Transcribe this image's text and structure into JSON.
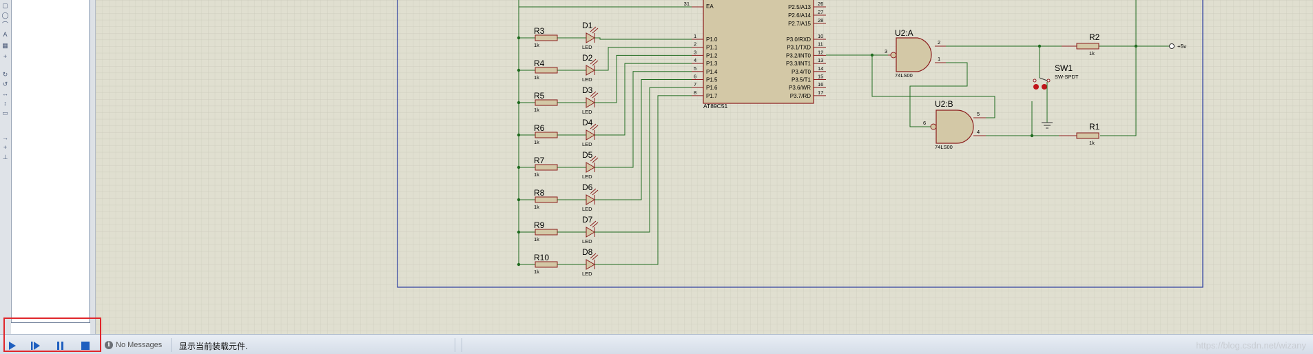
{
  "app": {
    "status_text": "显示当前装载元件.",
    "messages_label": "No Messages",
    "watermark": "https://blog.csdn.net/wizany"
  },
  "sim_controls": [
    {
      "name": "play-button",
      "icon": "play-icon"
    },
    {
      "name": "step-button",
      "icon": "step-icon"
    },
    {
      "name": "pause-button",
      "icon": "pause-icon"
    },
    {
      "name": "stop-button",
      "icon": "stop-icon"
    }
  ],
  "schematic": {
    "mcu": {
      "part": "AT89C51",
      "top_pin": {
        "num": "31",
        "name": "EA"
      },
      "port1": [
        {
          "num": "1",
          "name": "P1.0"
        },
        {
          "num": "2",
          "name": "P1.1"
        },
        {
          "num": "3",
          "name": "P1.2"
        },
        {
          "num": "4",
          "name": "P1.3"
        },
        {
          "num": "5",
          "name": "P1.4"
        },
        {
          "num": "6",
          "name": "P1.5"
        },
        {
          "num": "7",
          "name": "P1.6"
        },
        {
          "num": "8",
          "name": "P1.7"
        }
      ],
      "port2": [
        {
          "num": "26",
          "name": "P2.5/A13"
        },
        {
          "num": "27",
          "name": "P2.6/A14"
        },
        {
          "num": "28",
          "name": "P2.7/A15"
        }
      ],
      "port3": [
        {
          "num": "10",
          "name": "P3.0/RXD"
        },
        {
          "num": "11",
          "name": "P3.1/TXD"
        },
        {
          "num": "12",
          "name": "P3.2/INT0"
        },
        {
          "num": "13",
          "name": "P3.3/INT1"
        },
        {
          "num": "14",
          "name": "P3.4/T0"
        },
        {
          "num": "15",
          "name": "P3.5/T1"
        },
        {
          "num": "16",
          "name": "P3.6/WR"
        },
        {
          "num": "17",
          "name": "P3.7/RD"
        }
      ]
    },
    "led_rows": [
      {
        "resistor": "R3",
        "value": "1k",
        "led": "D1",
        "led_type": "LED"
      },
      {
        "resistor": "R4",
        "value": "1k",
        "led": "D2",
        "led_type": "LED"
      },
      {
        "resistor": "R5",
        "value": "1k",
        "led": "D3",
        "led_type": "LED"
      },
      {
        "resistor": "R6",
        "value": "1k",
        "led": "D4",
        "led_type": "LED"
      },
      {
        "resistor": "R7",
        "value": "1k",
        "led": "D5",
        "led_type": "LED"
      },
      {
        "resistor": "R8",
        "value": "1k",
        "led": "D6",
        "led_type": "LED"
      },
      {
        "resistor": "R9",
        "value": "1k",
        "led": "D7",
        "led_type": "LED"
      },
      {
        "resistor": "R10",
        "value": "1k",
        "led": "D8",
        "led_type": "LED"
      }
    ],
    "gate_a": {
      "ref": "U2:A",
      "part": "74LS00",
      "pin_in1": "3",
      "pin_in2": "2",
      "pin_in3": "1"
    },
    "gate_b": {
      "ref": "U2:B",
      "part": "74LS00",
      "pin_in1": "6",
      "pin_in2": "5",
      "pin_in3": "4"
    },
    "r2": {
      "ref": "R2",
      "value": "1k"
    },
    "r1": {
      "ref": "R1",
      "value": "1k"
    },
    "switch": {
      "ref": "SW1",
      "part": "SW-SPDT"
    },
    "supply": "+5v"
  },
  "colors": {
    "wire": "#1f6b1f",
    "part": "#8b1c1c",
    "fill": "#d3c8a6",
    "grid": "#c9c9b9",
    "bg": "#e0dfd0",
    "sheet": "#2a3a9e",
    "label": "#000000"
  }
}
